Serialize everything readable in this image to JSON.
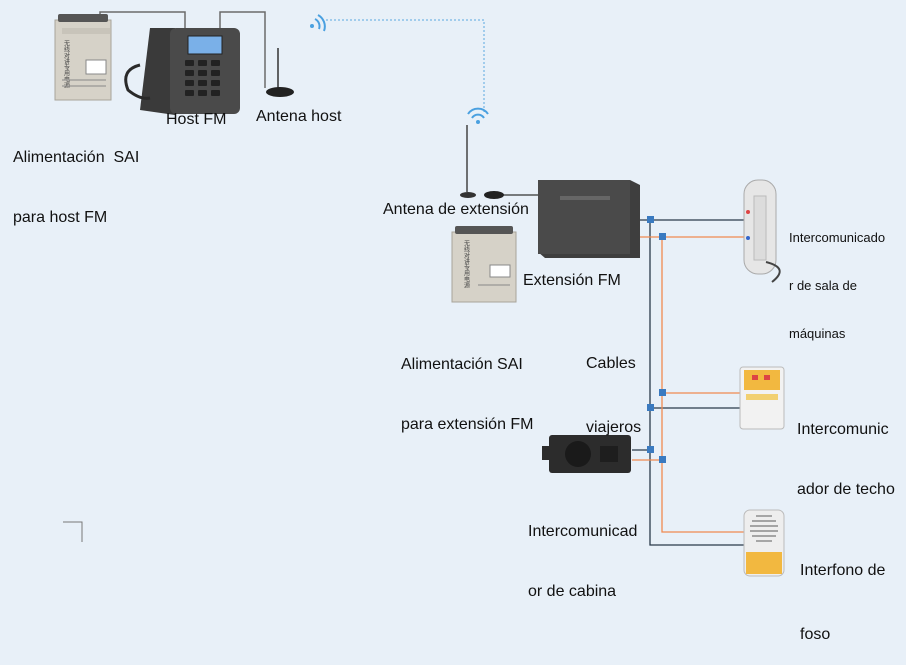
{
  "labels": {
    "sai_host": [
      "Alimentación  SAI",
      "para host FM"
    ],
    "host_fm": "Host FM",
    "antena_host": "Antena host",
    "antena_extension": "Antena de extensión",
    "extension_fm": "Extensión FM",
    "sai_extension": [
      "Alimentación SAI",
      "para extensión FM"
    ],
    "cables_viajeros": [
      "Cables",
      "viajeros"
    ],
    "intercom_maquinas": [
      "Intercomunicado",
      "r de sala de",
      "máquinas"
    ],
    "intercom_techo": [
      "Intercomunic",
      "ador de techo"
    ],
    "intercom_cabina": [
      "Intercomunicad",
      "or de cabina"
    ],
    "interfono_foso": [
      "Interfono de",
      "foso"
    ]
  },
  "device_text": {
    "sai_chinese": "无线对讲专用电源"
  },
  "colors": {
    "background": "#e8f0f8",
    "cable_dark": "#2a3a4a",
    "cable_orange": "#f08a50",
    "wireless_link": "#5aa8e0",
    "junction": "#3a7ac0"
  }
}
